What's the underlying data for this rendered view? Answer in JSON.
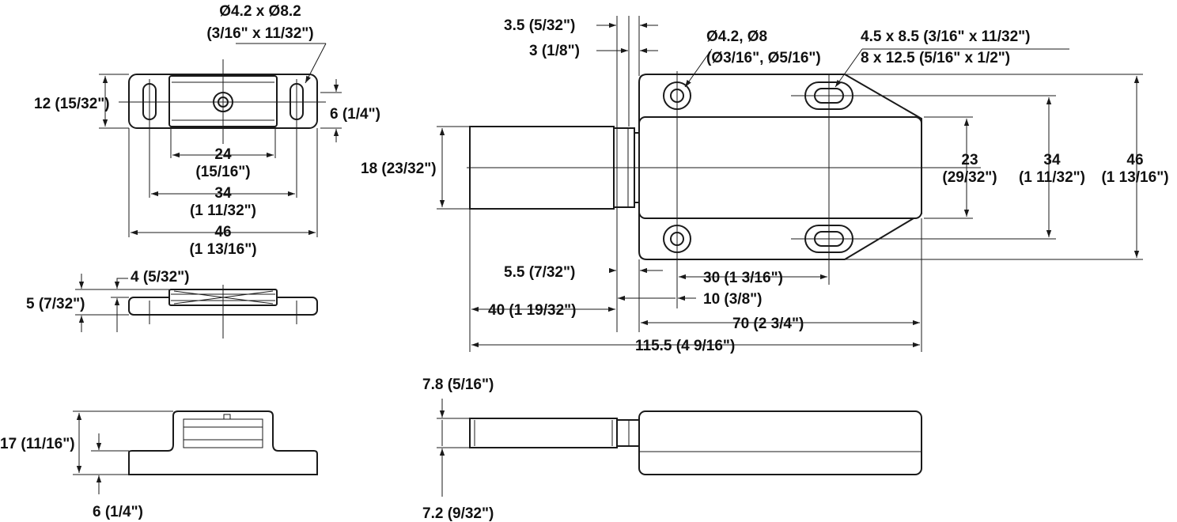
{
  "colors": {
    "ink": "#1a1a1a",
    "paper": "#ffffff"
  },
  "labels": {
    "strike_hole_a": "Ø4.2 x Ø8.2",
    "strike_hole_b": "(3/16\" x 11/32\")",
    "strike_h12": "12 (15/32\")",
    "strike_h6": "6 (1/4\")",
    "strike_w24_a": "24",
    "strike_w24_b": "(15/16\")",
    "strike_w34_a": "34",
    "strike_w34_b": "(1 11/32\")",
    "strike_w46_a": "46",
    "strike_w46_b": "(1 13/16\")",
    "side_4": "4 (5/32\")",
    "side_5": "5 (7/32\")",
    "front_17": "17 (11/16\")",
    "front_6": "6 (1/4\")",
    "main_35": "3.5 (5/32\")",
    "main_3": "3 (1/8\")",
    "main_hole_a": "Ø4.2, Ø8",
    "main_hole_b": "(Ø3/16\", Ø5/16\")",
    "main_slot_a": "4.5 x 8.5 (3/16\" x 11/32\")",
    "main_slot_b": "8 x 12.5 (5/16\" x 1/2\")",
    "main_18": "18 (23/32\")",
    "main_23_a": "23",
    "main_23_b": "(29/32\")",
    "main_34_a": "34",
    "main_34_b": "(1 11/32\")",
    "main_46_a": "46",
    "main_46_b": "(1 13/16\")",
    "main_55": "5.5 (7/32\")",
    "main_30": "30 (1 3/16\")",
    "main_10": "10 (3/8\")",
    "main_40": "40 (1 19/32\")",
    "main_70": "70  (2 3/4\")",
    "main_1155": "115.5 (4 9/16\")",
    "bottom_78": "7.8 (5/16\")",
    "bottom_72": "7.2 (9/32\")"
  }
}
